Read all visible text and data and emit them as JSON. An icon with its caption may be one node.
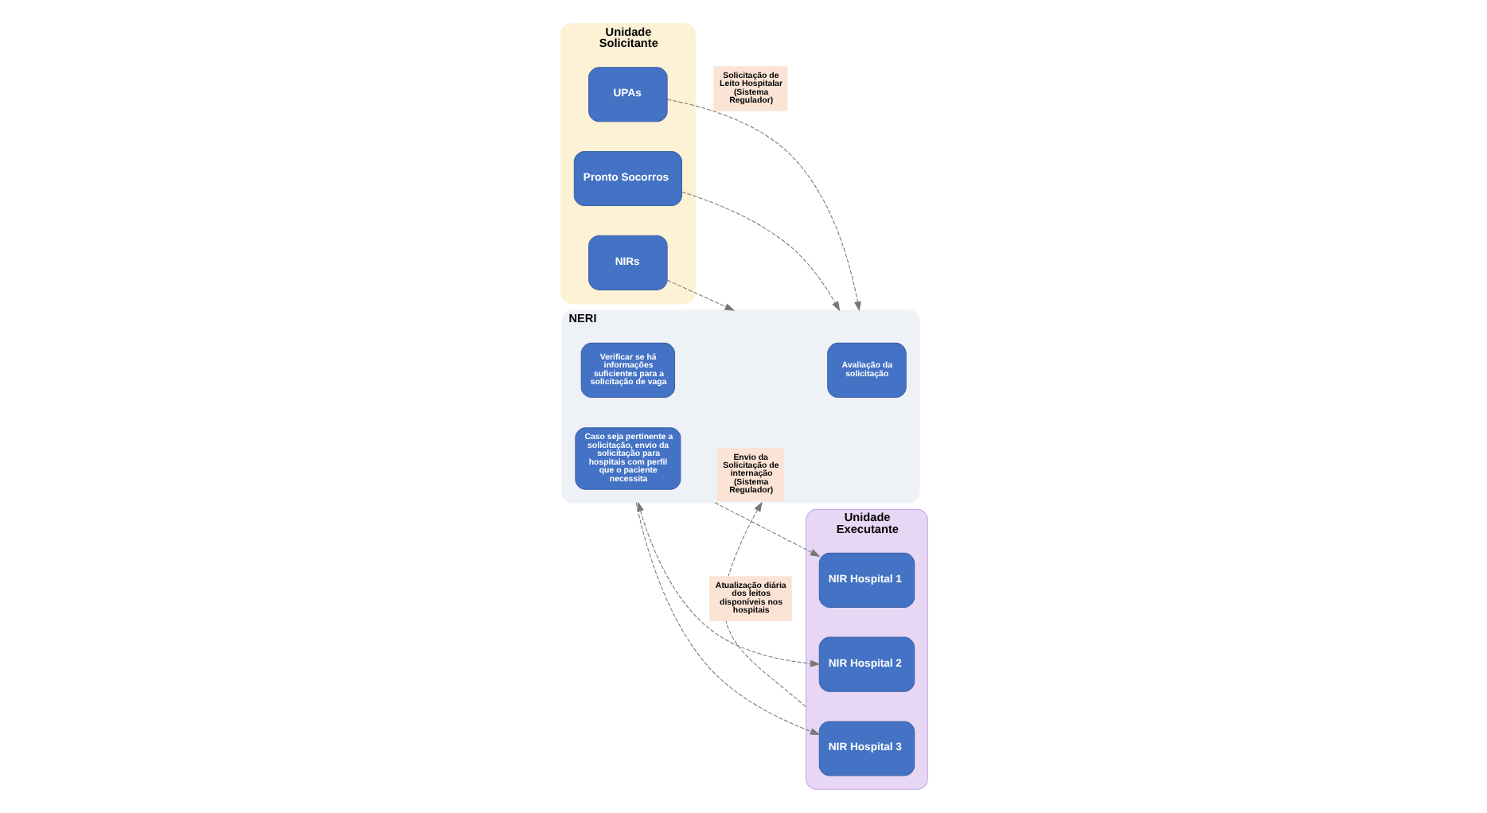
{
  "diagram": {
    "nodes": [
      {
        "text": [
          "Unidade Solicitante"
        ]
      },
      {
        "text": [
          "UPAs"
        ],
        "in": 0
      },
      {
        "text": [
          "Pronto Socorros"
        ],
        "in": 0
      },
      {
        "text": [
          "NIRs"
        ],
        "in": 0
      },
      {
        "text": [
          "NERI"
        ]
      },
      {
        "text": [
          "Avaliação da solicitação"
        ],
        "in": 4
      },
      {
        "text": [
          "Verificar se há informações suficientes para a solicitação de vaga"
        ],
        "in": 4
      },
      {
        "text": [
          "Caso seja pertinente a solicitação, envio da solicitação para hospitais com perfil que o paciente necessita"
        ],
        "in": 4
      },
      {
        "text": [
          "Unidade Executante"
        ]
      },
      {
        "text": [
          "NIR Hospital 1"
        ],
        "in": 8
      },
      {
        "text": [
          "NIR Hospital 2"
        ],
        "in": 8
      },
      {
        "text": [
          "NIR Hospital 3"
        ],
        "in": 8
      }
    ],
    "edges": [
      {
        "from": 1,
        "to": 4,
        "arrow": "to",
        "style": "dashed",
        "label": "Solicitação de Leito Hospitalar (Sistema Regulador)"
      },
      {
        "from": 2,
        "to": 4,
        "arrow": "to",
        "style": "dashed"
      },
      {
        "from": 3,
        "to": 4,
        "arrow": "to",
        "style": "dashed"
      },
      {
        "from": 4,
        "to": 9,
        "arrow": "to",
        "style": "dashed",
        "label": "Envio da Solicitação de internação (Sistema Regulador)"
      },
      {
        "from": 4,
        "to": 10,
        "arrow": "both",
        "style": "dashed"
      },
      {
        "from": 4,
        "to": 11,
        "arrow": "to",
        "style": "dashed"
      },
      {
        "from": 8,
        "to": 4,
        "arrow": "to",
        "style": "dashed",
        "label": "Atualização diária dos leitos disponíveis nos hospitais"
      }
    ]
  }
}
